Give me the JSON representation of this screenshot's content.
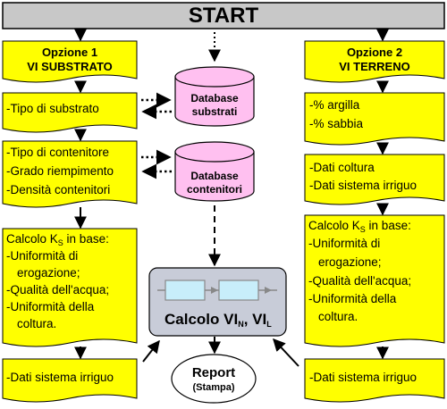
{
  "start": "START",
  "left": {
    "header": [
      "Opzione 1",
      "VI SUBSTRATO"
    ],
    "substrate_type": "-Tipo di substrato",
    "container": [
      "-Tipo di contenitore",
      "-Grado riempimento",
      "-Densità contenitori"
    ],
    "ks_title": "Calcolo K",
    "ks_sub": "S",
    "ks_suffix": " in base:",
    "ks_items": [
      "-Uniformità di",
      "erogazione;",
      "-Qualità dell'acqua;",
      "-Uniformità della",
      "coltura."
    ],
    "irrigation": "-Dati sistema irriguo"
  },
  "right": {
    "header": [
      "Opzione 2",
      "VI TERRENO"
    ],
    "soil": [
      "-% argilla",
      "-% sabbia"
    ],
    "crop": [
      "-Dati coltura",
      "-Dati sistema irriguo"
    ],
    "ks_title": "Calcolo K",
    "ks_sub": "S",
    "ks_suffix": " in base:",
    "ks_items": [
      "-Uniformità di",
      "erogazione;",
      "-Qualità dell'acqua;",
      "-Uniformità della",
      "coltura."
    ],
    "irrigation": "-Dati sistema irriguo"
  },
  "db_substrates": [
    "Database",
    "substrati"
  ],
  "db_containers": [
    "Database",
    "contenitori"
  ],
  "calc": {
    "prefix": "Calcolo VI",
    "sub1": "N",
    "sep": ", VI",
    "sub2": "L"
  },
  "report": [
    "Report",
    "(Stampa)"
  ],
  "colors": {
    "box_fill": "#ffff00",
    "db_fill": "#ffc0f0",
    "calc_fill": "#c8ccd8",
    "block_fill": "#c8eefa",
    "start_fill": "#c8c8c8"
  }
}
